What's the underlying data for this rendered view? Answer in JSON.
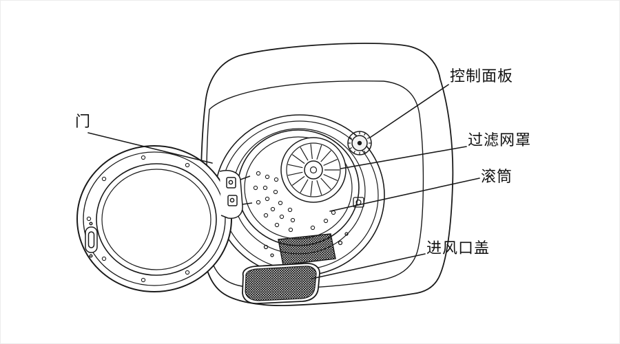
{
  "diagram": {
    "subject": "washing-machine-dryer-parts-diagram",
    "line_color": "#1a1a1a",
    "background_color": "#ffffff",
    "labels": {
      "door": "门",
      "control_panel": "控制面板",
      "filter_cover": "过滤网罩",
      "drum": "滚筒",
      "air_inlet_cover": "进风口盖"
    }
  }
}
